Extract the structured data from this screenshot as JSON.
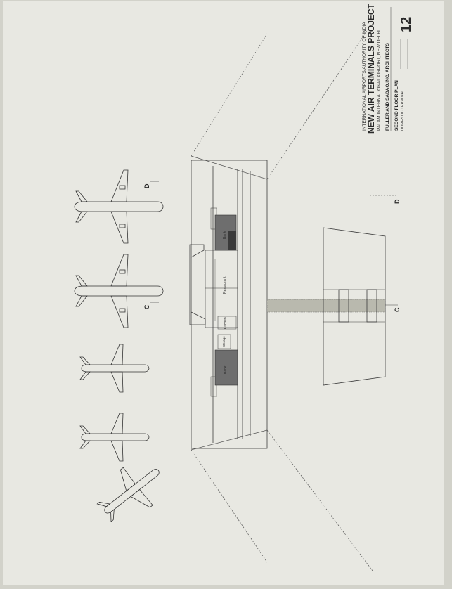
{
  "title_block": {
    "client": "INTERNATIONAL AIRPORTS AUTHORITY OF INDIA",
    "project": "NEW AIR TERMINALS PROJECT",
    "site": "PALAM INTERNATIONAL AIRPORT, NEW DELHI",
    "architects": "FULLER AND SADAO,INC. ARCHITECTS",
    "sheet_title": "SECOND FLOOR PLAN",
    "sheet_subtitle": "DOMESTIC TERMINAL",
    "sheet_number": "12"
  },
  "section_markers": [
    "C",
    "C",
    "D",
    "D"
  ],
  "room_labels": [
    "Bank",
    "Restaurant",
    "Kitchen",
    "Storage",
    "Bank"
  ],
  "colors": {
    "paper": "#e8e8e2",
    "border": "#cfcfc6",
    "line": "#3c3c3c",
    "room_fill": "#6e6e6e",
    "room_dark": "#3a3a3a",
    "bridge_fill": "#b9b9ae"
  }
}
